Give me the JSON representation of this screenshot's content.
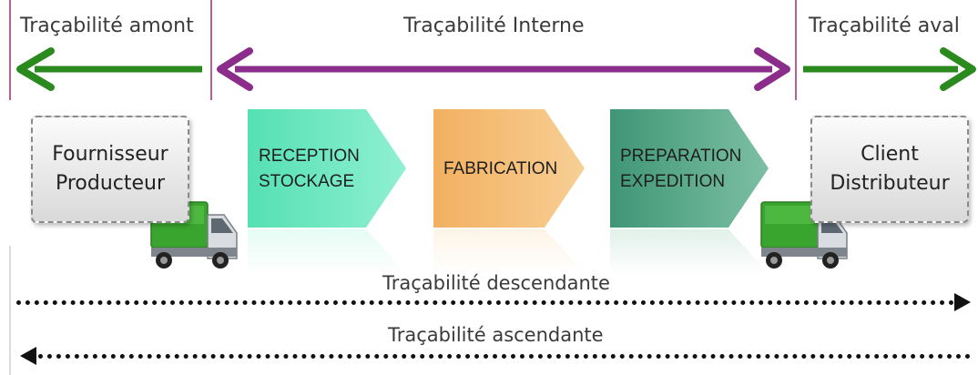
{
  "header": {
    "upstream": "Traçabilité amont",
    "internal": "Traçabilité Interne",
    "downstream": "Traçabilité aval"
  },
  "left_box": {
    "line1": "Fournisseur",
    "line2": "Producteur"
  },
  "right_box": {
    "line1": "Client",
    "line2": "Distributeur"
  },
  "steps": [
    {
      "line1": "RECEPTION",
      "line2": "STOCKAGE"
    },
    {
      "line1": "FABRICATION"
    },
    {
      "line1": "PREPARATION",
      "line2": "EXPEDITION"
    }
  ],
  "flows": {
    "descending": "Traçabilité descendante",
    "ascending": "Traçabilité ascendante"
  },
  "colors": {
    "green_arrow": "#2a8a1e",
    "purple_arrow": "#8b2d8b",
    "divider": "#a02a6a",
    "step1": "#5fe3b8",
    "step2": "#f3b76a",
    "step3": "#4f9c80",
    "truck_cargo": "#3aa52e"
  },
  "icons": [
    "truck-icon",
    "truck-icon"
  ]
}
